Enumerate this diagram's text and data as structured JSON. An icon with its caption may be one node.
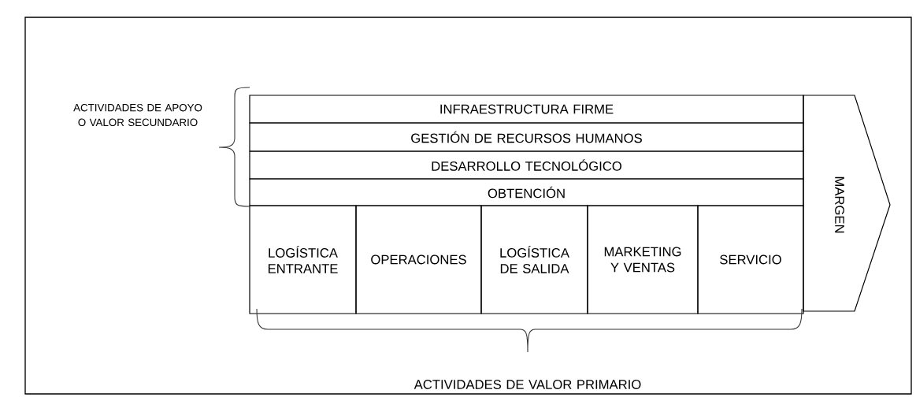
{
  "diagram": {
    "nodes": [
      {
        "text": [
          "INFRAESTRUCTURA FIRME"
        ]
      },
      {
        "text": [
          "GESTIÓN DE RECURSOS HUMANOS"
        ]
      },
      {
        "text": [
          "DESARROLLO TECNOLÓGICO"
        ]
      },
      {
        "text": [
          "OBTENCIÓN"
        ]
      },
      {
        "text": [
          "LOGÍSTICA ENTRANTE"
        ]
      },
      {
        "text": [
          "OPERACIONES"
        ]
      },
      {
        "text": [
          "LOGÍSTICA DE SALIDA"
        ]
      },
      {
        "text": [
          "MARKETING Y VENTAS"
        ]
      },
      {
        "text": [
          "SERVICIO"
        ]
      },
      {
        "text": [
          "MARGEN"
        ]
      }
    ],
    "labels": [
      "ACTIVIDADES DE APOYO O VALOR SECUNDARIO",
      "ACTIVIDADES DE VALOR PRIMARIO"
    ]
  }
}
